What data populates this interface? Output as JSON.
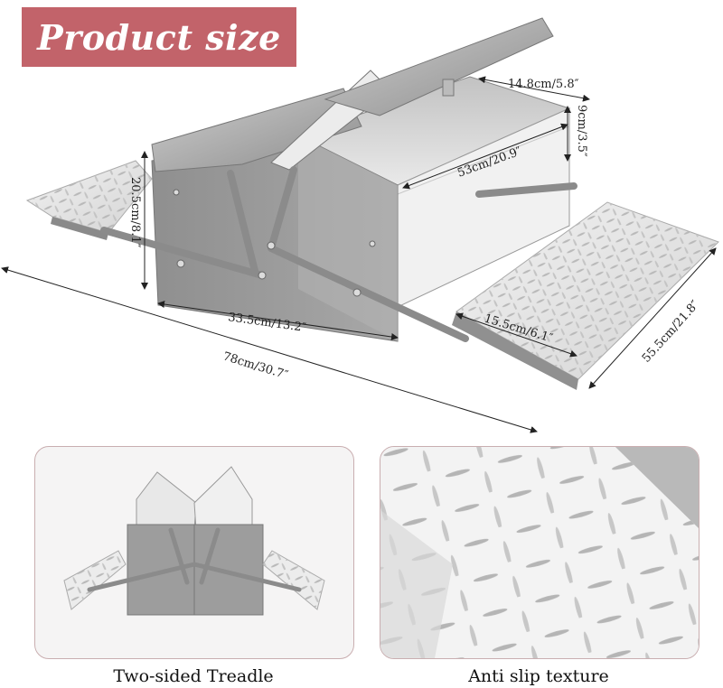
{
  "banner": {
    "title": "Product size"
  },
  "dimensions": {
    "top_depth": "14.8cm/5.8″",
    "trough_height": "9cm/3.5″",
    "trough_length": "53cm/20.9″",
    "box_height": "20.5cm/8.1″",
    "box_length": "33.5cm/13.2″",
    "overall_length": "78cm/30.7″",
    "treadle_width": "15.5cm/6.1″",
    "treadle_length": "55.5cm/21.8″"
  },
  "panels": {
    "left_caption": "Two-sided Treadle",
    "right_caption": "Anti slip texture"
  },
  "colors": {
    "banner": "#c2636a",
    "panel_border": "#c9aeb0",
    "metal_dark": "#9a9a9a",
    "metal_light": "#e9e9e9"
  }
}
